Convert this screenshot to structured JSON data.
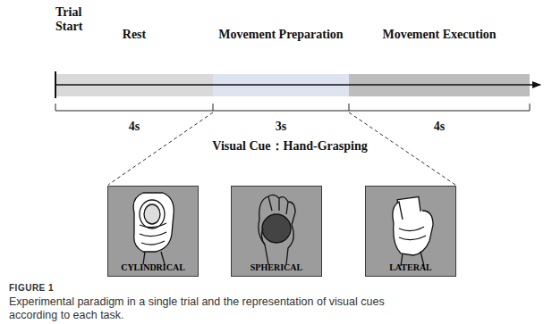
{
  "diagram": {
    "caption": "Experimental paradigm in a single trial and the representation of visual cues according to each task.",
    "nodes": [
      {
        "text": [
          "Rest"
        ]
      },
      {
        "text": [
          "Movement Preparation"
        ]
      },
      {
        "text": [
          "Movement Execution"
        ]
      },
      {
        "text": [
          "CYLINDRICAL"
        ]
      },
      {
        "text": [
          "SPHERICAL"
        ]
      },
      {
        "text": [
          "LATERAL"
        ]
      }
    ],
    "labels": [
      "Trial Start",
      "4s",
      "3s",
      "4s",
      "Visual Cue：Hand-Grasping",
      "FIGURE 1"
    ]
  }
}
